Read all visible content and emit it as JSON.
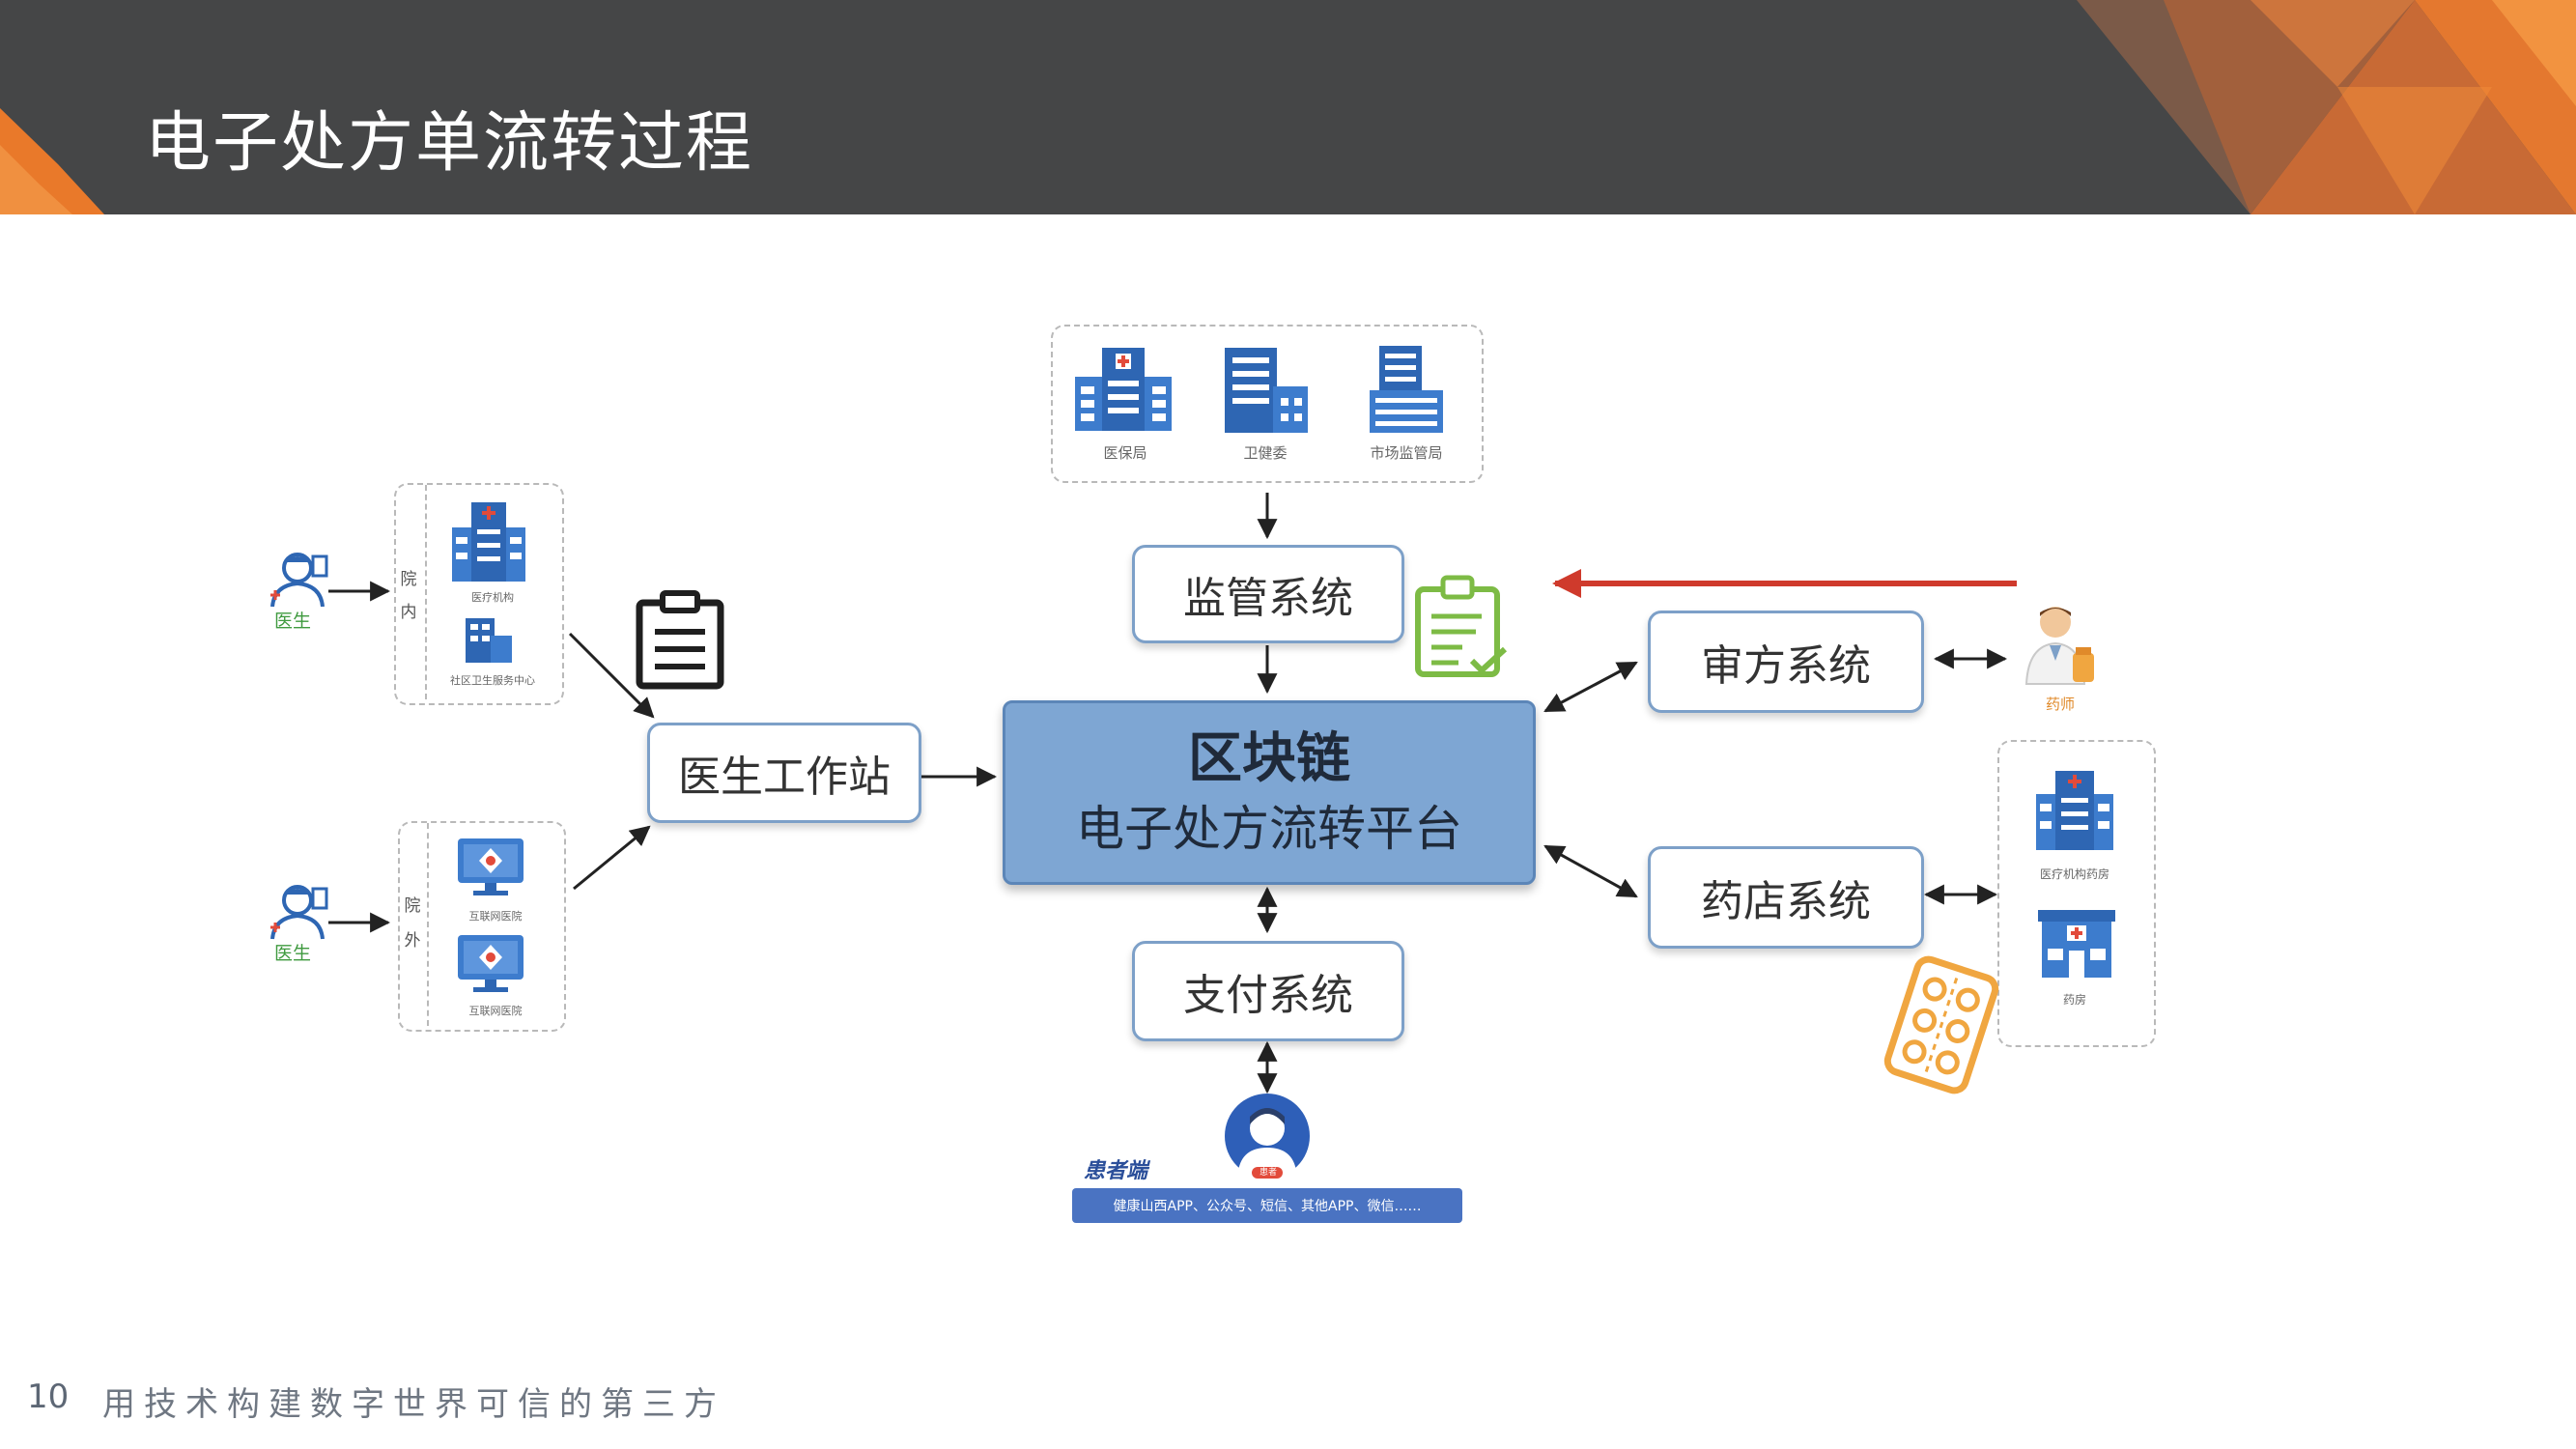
{
  "slide": {
    "title": "电子处方单流转过程",
    "page_number": "10",
    "footer_text": "用技术构建数字世界可信的第三方"
  },
  "diagram": {
    "platform": {
      "title": "区块链",
      "subtitle": "电子处方流转平台"
    },
    "systems": {
      "regulation": "监管系统",
      "doctor_station": "医生工作站",
      "prescription_review": "审方系统",
      "pharmacy": "药店系统",
      "payment": "支付系统"
    },
    "agencies": [
      "医保局",
      "卫健委",
      "市场监管局"
    ],
    "inside_hospital": {
      "side_label": [
        "院",
        "内"
      ],
      "doctor_label": "医生",
      "items": [
        "医疗机构",
        "社区卫生服务中心"
      ]
    },
    "outside_hospital": {
      "side_label": [
        "院",
        "外"
      ],
      "doctor_label": "医生",
      "items": [
        "互联网医院",
        "互联网医院"
      ]
    },
    "pharmacist_label": "药师",
    "pharmacy_group": {
      "items": [
        "医疗机构药房",
        "药房"
      ]
    },
    "patient": {
      "label": "患者端",
      "avatar_tag": "患者",
      "channels": "健康山西APP、公众号、短信、其他APP、微信……"
    }
  },
  "colors": {
    "header_bg": "#454647",
    "accent_orange": "#e9792a",
    "platform_fill": "#7ea6d3",
    "box_border": "#7da0c8",
    "red_arrow": "#cf3a2c",
    "green_icon": "#7dbb45",
    "pill_orange": "#f0a640",
    "building_blue": "#3d7ccd"
  }
}
